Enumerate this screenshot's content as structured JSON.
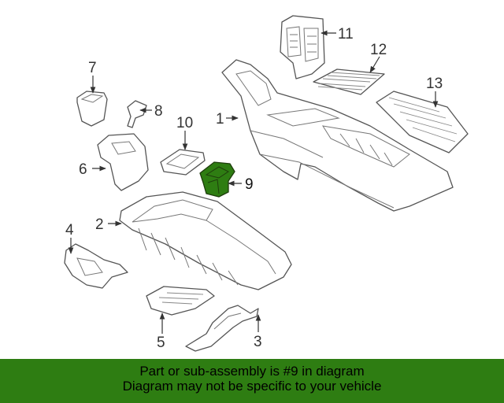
{
  "diagram": {
    "highlight_color": "#2e7d12",
    "callouts": [
      {
        "id": "1",
        "label": "1"
      },
      {
        "id": "2",
        "label": "2"
      },
      {
        "id": "3",
        "label": "3"
      },
      {
        "id": "4",
        "label": "4"
      },
      {
        "id": "5",
        "label": "5"
      },
      {
        "id": "6",
        "label": "6"
      },
      {
        "id": "7",
        "label": "7"
      },
      {
        "id": "8",
        "label": "8"
      },
      {
        "id": "9",
        "label": "9"
      },
      {
        "id": "10",
        "label": "10"
      },
      {
        "id": "11",
        "label": "11"
      },
      {
        "id": "12",
        "label": "12"
      },
      {
        "id": "13",
        "label": "13"
      }
    ],
    "highlighted_part": "9"
  },
  "banner": {
    "line1": "Part or sub-assembly is #9 in diagram",
    "line2": "Diagram may not be specific to your vehicle",
    "background": "#2e7d12"
  }
}
